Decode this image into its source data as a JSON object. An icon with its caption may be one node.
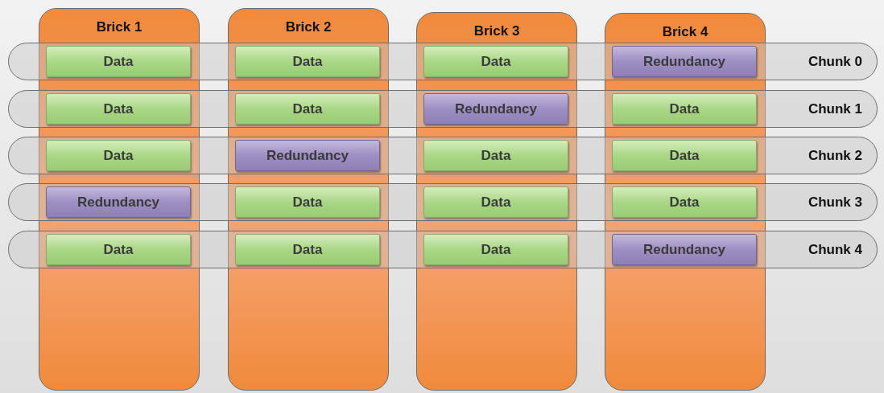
{
  "diagram": {
    "nodes": [
      {
        "text": [
          "Brick 1"
        ]
      },
      {
        "text": [
          "Brick 2"
        ]
      },
      {
        "text": [
          "Brick 3"
        ]
      },
      {
        "text": [
          "Brick 4"
        ]
      },
      {
        "text": [
          "Chunk 0"
        ]
      },
      {
        "text": [
          "Chunk 1"
        ]
      },
      {
        "text": [
          "Chunk 2"
        ]
      },
      {
        "text": [
          "Chunk 3"
        ]
      },
      {
        "text": [
          "Chunk 4"
        ]
      },
      {
        "text": [
          "Data"
        ]
      },
      {
        "text": [
          "Data"
        ]
      },
      {
        "text": [
          "Data"
        ]
      },
      {
        "text": [
          "Redundancy"
        ]
      },
      {
        "text": [
          "Data"
        ]
      },
      {
        "text": [
          "Data"
        ]
      },
      {
        "text": [
          "Redundancy"
        ]
      },
      {
        "text": [
          "Data"
        ]
      },
      {
        "text": [
          "Data"
        ]
      },
      {
        "text": [
          "Redundancy"
        ]
      },
      {
        "text": [
          "Data"
        ]
      },
      {
        "text": [
          "Data"
        ]
      },
      {
        "text": [
          "Redundancy"
        ]
      },
      {
        "text": [
          "Data"
        ]
      },
      {
        "text": [
          "Data"
        ]
      },
      {
        "text": [
          "Data"
        ]
      },
      {
        "text": [
          "Data"
        ]
      },
      {
        "text": [
          "Data"
        ]
      },
      {
        "text": [
          "Data"
        ]
      },
      {
        "text": [
          "Redundancy"
        ]
      }
    ]
  }
}
